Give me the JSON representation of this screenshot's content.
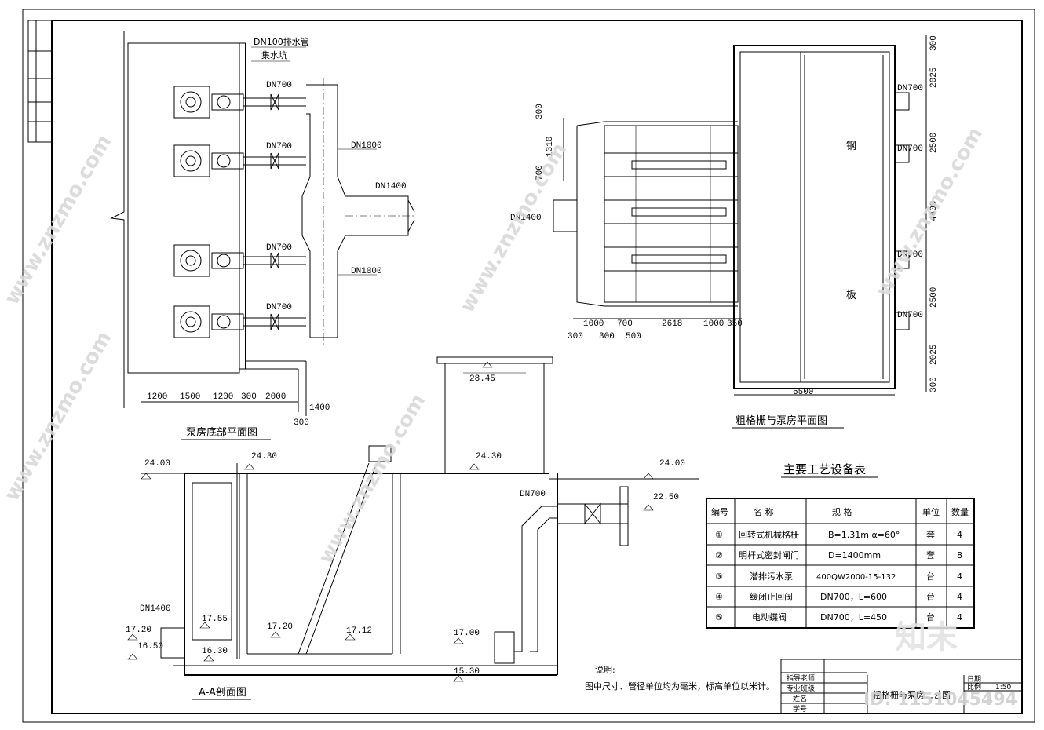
{
  "plan_pump": {
    "title": "泵房底部平面图",
    "drain_pipe": "DN100排水管",
    "sump": "集水坑",
    "dn700": "DN700",
    "dn1000": "DN1000",
    "dn1400": "DN1400",
    "dims": [
      "1200",
      "1500",
      "1200",
      "300",
      "2000",
      "1400",
      "300"
    ]
  },
  "plan_grille": {
    "title": "粗格栅与泵房平面图",
    "dn1400": "DN1400",
    "dn700": "DN700",
    "steel": "钢",
    "plate": "板",
    "left_dims": [
      "300",
      "1310",
      "700"
    ],
    "bottom_dims": [
      "1000",
      "700",
      "2618",
      "1000",
      "350"
    ],
    "bottom_dims2": [
      "300",
      "300",
      "500"
    ],
    "width": "6500",
    "right_dims": [
      "300",
      "2025",
      "2500",
      "4400",
      "2500",
      "2025",
      "300"
    ]
  },
  "section": {
    "title": "A-A剖面图",
    "elevations": [
      "24.00",
      "24.30",
      "24.30",
      "24.00",
      "22.50",
      "28.45",
      "17.20",
      "17.55",
      "16.50",
      "16.30",
      "17.20",
      "17.12",
      "17.00",
      "15.30"
    ],
    "dn1400": "DN1400",
    "dn700": "DN700"
  },
  "table": {
    "title": "主要工艺设备表",
    "headers": [
      "编号",
      "名  称",
      "规    格",
      "单位",
      "数量"
    ],
    "rows": [
      [
        "①",
        "回转式机械格栅",
        "B=1.31m α=60°",
        "套",
        "4"
      ],
      [
        "②",
        "明杆式密封闸门",
        "D=1400mm",
        "套",
        "8"
      ],
      [
        "③",
        "潜排污水泵",
        "400QW2000-15-132",
        "台",
        "4"
      ],
      [
        "④",
        "缓闭止回阀",
        "DN700，L=600",
        "台",
        "4"
      ],
      [
        "⑤",
        "电动蝶阀",
        "DN700，L=450",
        "台",
        "4"
      ]
    ]
  },
  "notes": {
    "title": "说明:",
    "text": "图中尺寸、管径单位均为毫米，标高单位以米计。"
  },
  "title_block": {
    "rows": [
      "指导老师",
      "专业班级",
      "姓名",
      "学号"
    ],
    "drawing_name": "粗格栅与泵房工艺图",
    "date_label": "日期",
    "scale_label": "比例",
    "scale": "1:50"
  },
  "watermark": {
    "text": "www.znzmo.com",
    "logo": "知末",
    "id": "ID: 1151045494"
  }
}
